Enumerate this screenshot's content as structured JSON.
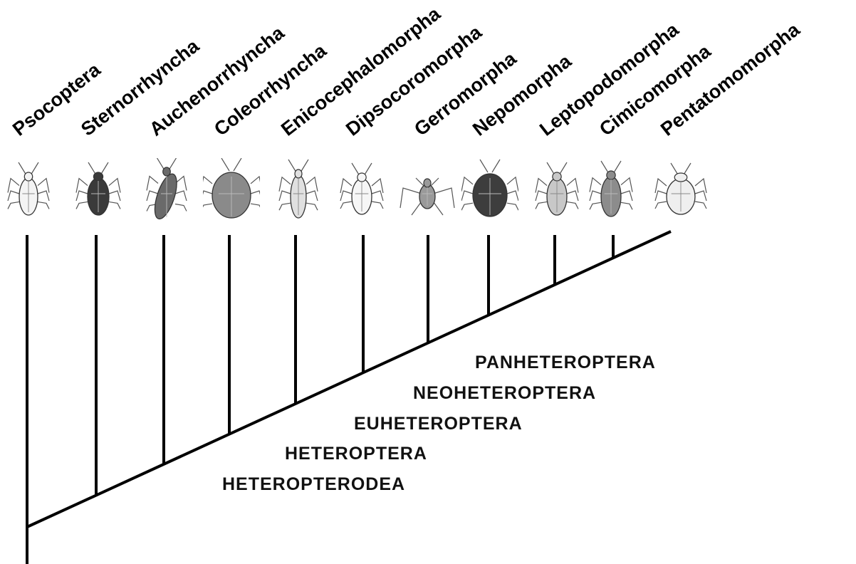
{
  "taxa": [
    {
      "name": "Psocoptera",
      "icon": "psocopteran-insect-icon"
    },
    {
      "name": "Sternorrhyncha",
      "icon": "aphid-insect-icon"
    },
    {
      "name": "Auchenorrhyncha",
      "icon": "leafhopper-insect-icon"
    },
    {
      "name": "Coleorrhyncha",
      "icon": "moss-bug-icon"
    },
    {
      "name": "Enicocephalomorpha",
      "icon": "unique-headed-bug-icon"
    },
    {
      "name": "Dipsocoromorpha",
      "icon": "jumping-ground-bug-icon"
    },
    {
      "name": "Gerromorpha",
      "icon": "water-strider-icon"
    },
    {
      "name": "Nepomorpha",
      "icon": "water-bug-icon"
    },
    {
      "name": "Leptopodomorpha",
      "icon": "shore-bug-icon"
    },
    {
      "name": "Cimicomorpha",
      "icon": "plant-bug-icon"
    },
    {
      "name": "Pentatomomorpha",
      "icon": "stink-bug-icon"
    }
  ],
  "clades": [
    {
      "label": "PANHETEROPTERA"
    },
    {
      "label": "NEOHETEROPTERA"
    },
    {
      "label": "EUHETEROPTERA"
    },
    {
      "label": "HETEROPTERA"
    },
    {
      "label": "HETEROPTERODEA"
    }
  ]
}
